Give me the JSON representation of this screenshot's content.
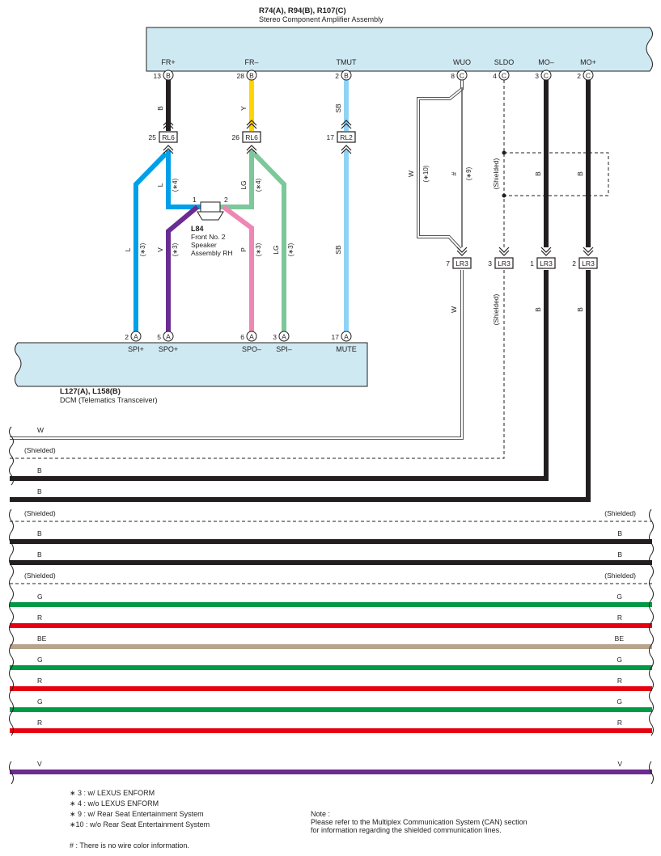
{
  "amplifier": {
    "code": "R74(A), R94(B), R107(C)",
    "name": "Stereo Component Amplifier Assembly",
    "terminals": [
      {
        "label": "FR+",
        "pin": "13",
        "conn": "B"
      },
      {
        "label": "FR–",
        "pin": "28",
        "conn": "B"
      },
      {
        "label": "TMUT",
        "pin": "2",
        "conn": "B"
      },
      {
        "label": "WUO",
        "pin": "8",
        "conn": "C"
      },
      {
        "label": "SLDO",
        "pin": "4",
        "conn": "C"
      },
      {
        "label": "MO–",
        "pin": "3",
        "conn": "C"
      },
      {
        "label": "MO+",
        "pin": "2",
        "conn": "C"
      }
    ]
  },
  "dcm": {
    "code": "L127(A), L158(B)",
    "name": "DCM (Telematics Transceiver)",
    "terminals": [
      {
        "label": "SPI+",
        "pin": "2",
        "conn": "A"
      },
      {
        "label": "SPO+",
        "pin": "5",
        "conn": "A"
      },
      {
        "label": "SPO–",
        "pin": "6",
        "conn": "A"
      },
      {
        "label": "SPI–",
        "pin": "3",
        "conn": "A"
      },
      {
        "label": "MUTE",
        "pin": "17",
        "conn": "A"
      }
    ]
  },
  "speaker": {
    "code": "L84",
    "line1": "Front No. 2",
    "line2": "Speaker",
    "line3": "Assembly RH",
    "pin1": "1",
    "pin2": "2"
  },
  "junctions": [
    {
      "pin": "25",
      "label": "RL6"
    },
    {
      "pin": "26",
      "label": "RL6"
    },
    {
      "pin": "17",
      "label": "RL2"
    },
    {
      "pin": "7",
      "label": "LR3"
    },
    {
      "pin": "3",
      "label": "LR3"
    },
    {
      "pin": "1",
      "label": "LR3"
    },
    {
      "pin": "2",
      "label": "LR3"
    }
  ],
  "wire_labels": {
    "b": "B",
    "y": "Y",
    "sb": "SB",
    "l": "L",
    "lg": "LG",
    "v": "V",
    "p": "P",
    "w": "W",
    "hash": "#",
    "shielded": "(Shielded)",
    "g": "G",
    "r": "R",
    "be": "BE",
    "n3": "(∗3)",
    "n4": "(∗4)",
    "n9": "(∗9)",
    "n10": "(∗10)"
  },
  "colors": {
    "black": "#231f20",
    "yellow": "#ffd400",
    "sky_blue": "#8fd3f4",
    "blue": "#00a0e9",
    "light_green": "#7cc89a",
    "violet": "#6a2c91",
    "pink": "#ee87b4",
    "green": "#009944",
    "red": "#e60012",
    "beige": "#b7a48c",
    "box_fill": "#cfe9f3"
  },
  "notes": [
    "∗ 3 : w/ LEXUS ENFORM",
    "∗ 4 : w/o LEXUS ENFORM",
    "∗ 9 : w/ Rear Seat Entertainment System",
    "∗10 : w/o Rear Seat Entertainment System"
  ],
  "hash_note": "# : There is no wire color information.",
  "ref_note": {
    "line1": "Note :",
    "line2": "Please refer to the Multiplex Communication System (CAN) section",
    "line3": "for information regarding the shielded communication lines."
  }
}
